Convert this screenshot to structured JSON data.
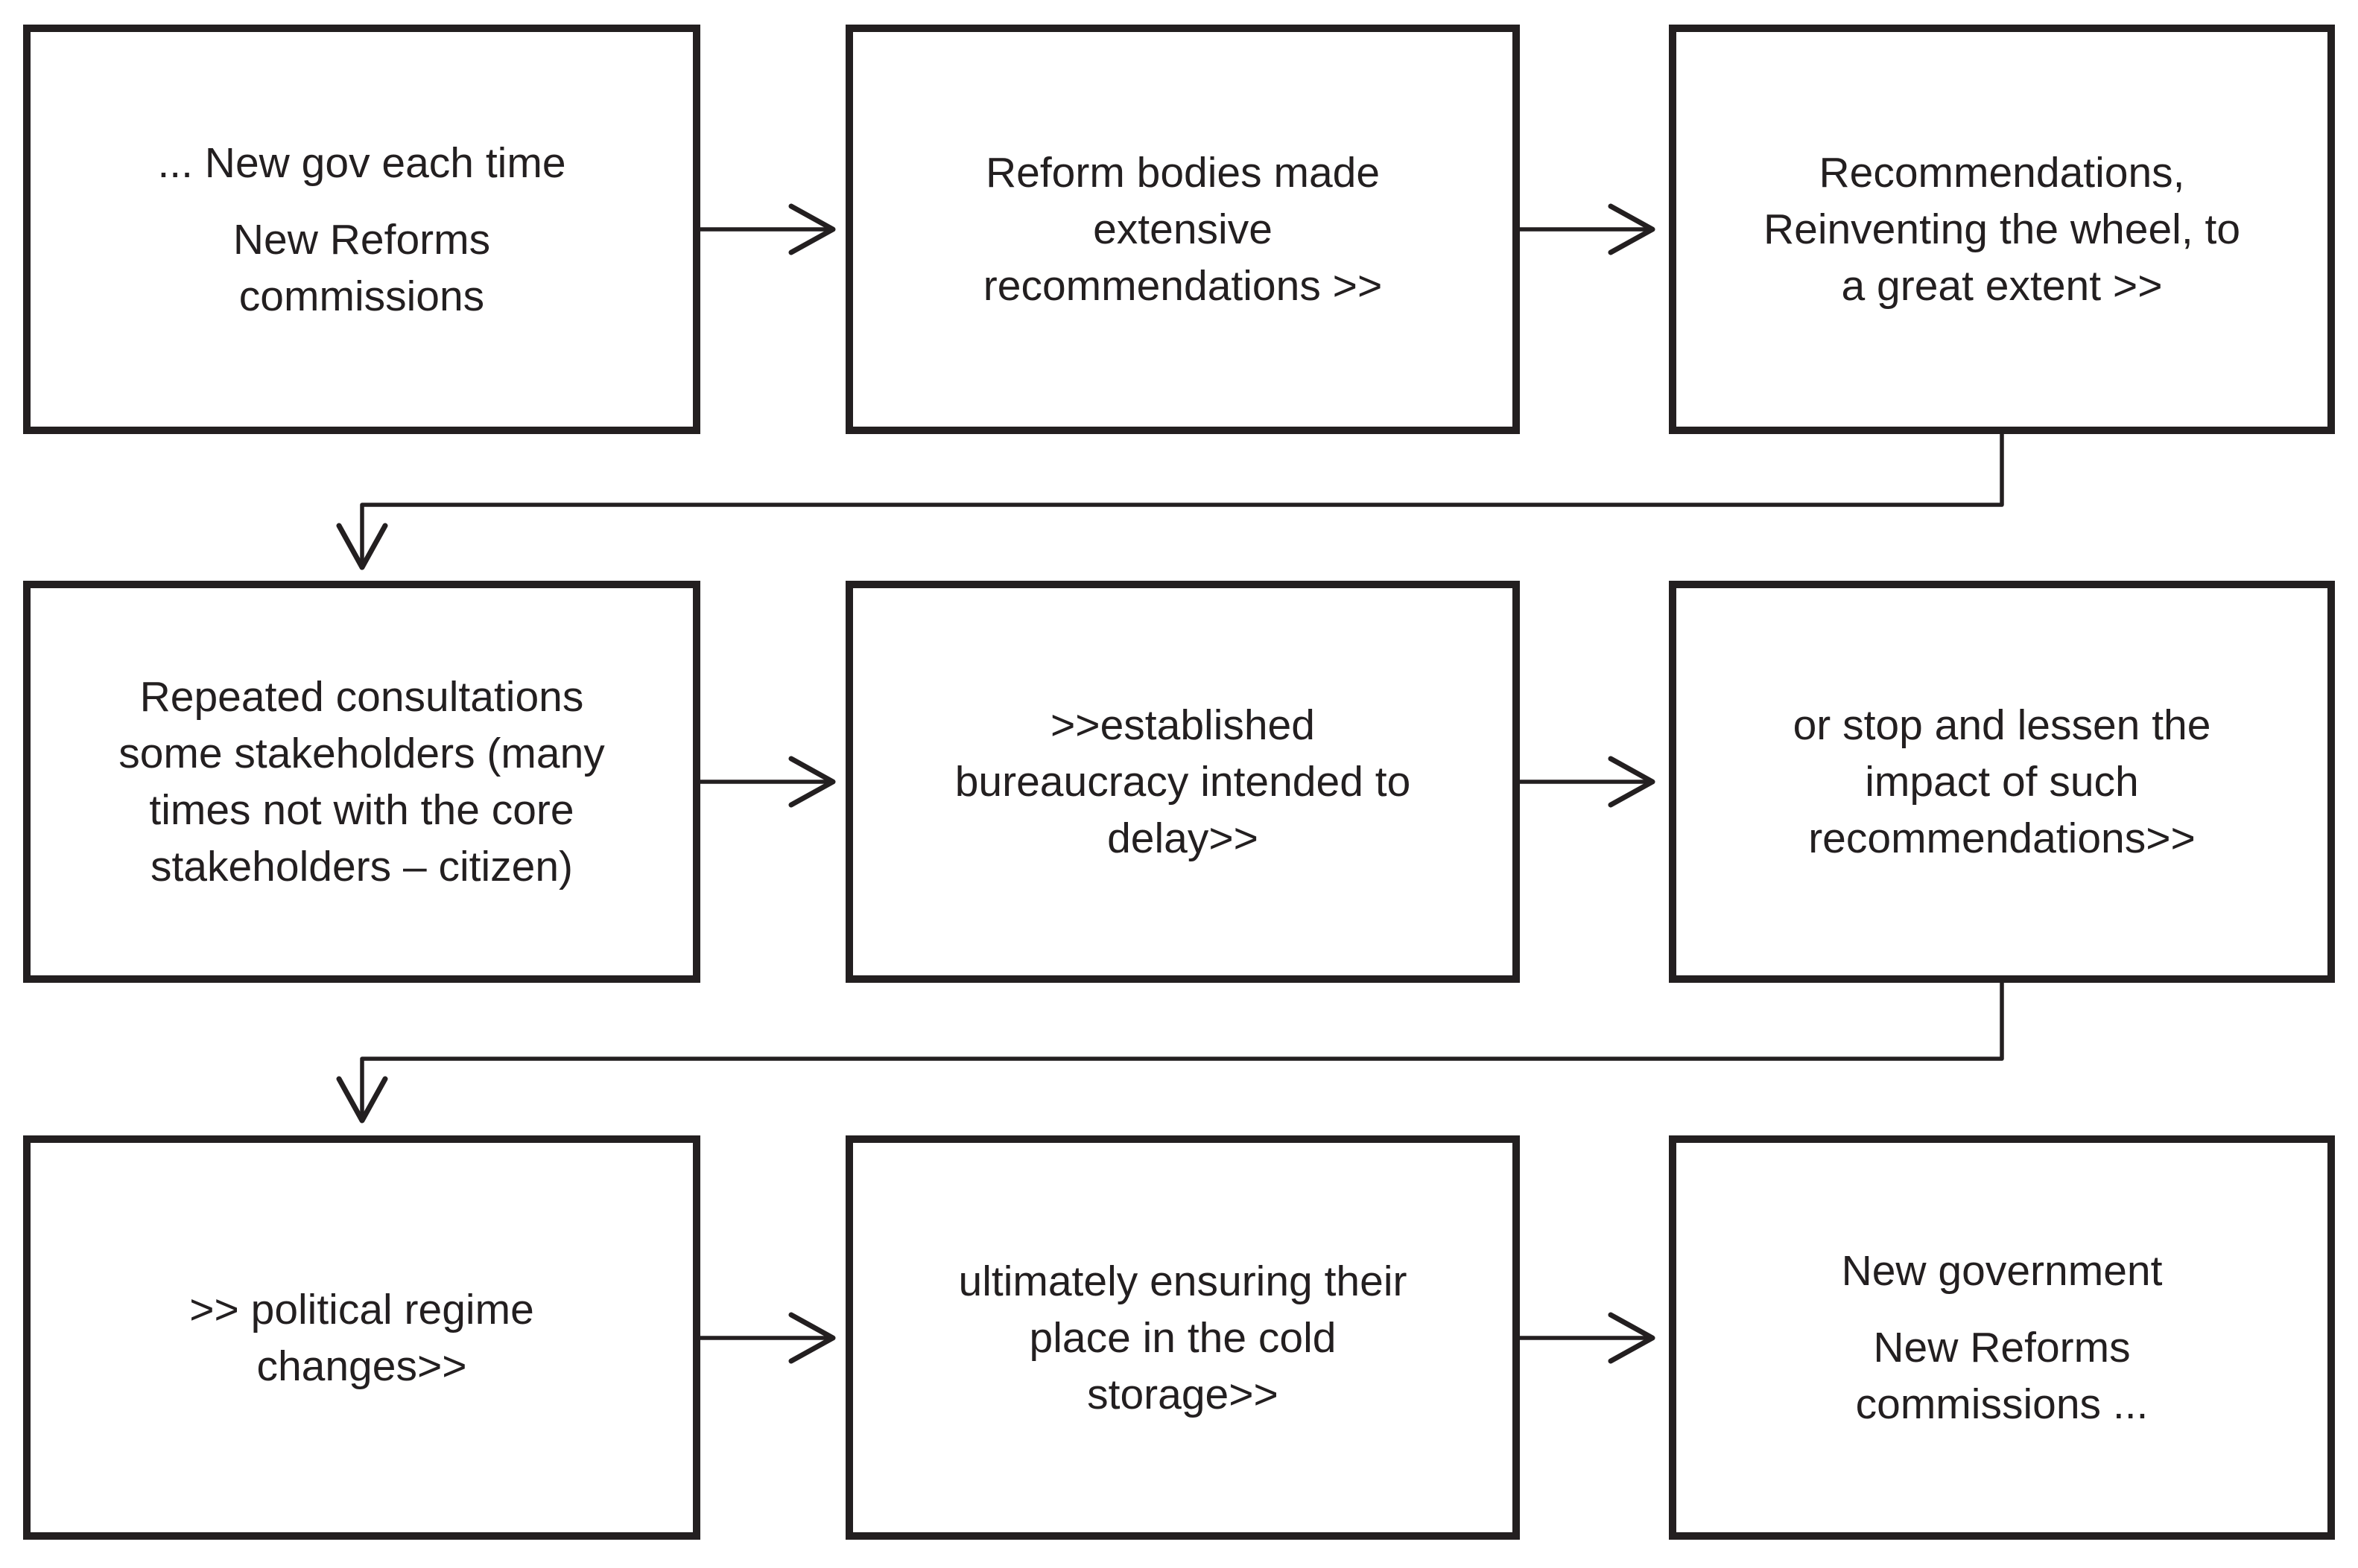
{
  "diagram": {
    "kind": "flowchart",
    "ink_color": "#231f20",
    "background_color": "#ffffff",
    "boxes": [
      {
        "id": "box-1",
        "row": 1,
        "col": 1,
        "paragraphs": [
          [
            "... New gov each time"
          ],
          [
            "New Reforms",
            "commissions"
          ]
        ]
      },
      {
        "id": "box-2",
        "row": 1,
        "col": 2,
        "paragraphs": [
          [
            "Reform bodies made",
            "extensive",
            "recommendations >>"
          ]
        ]
      },
      {
        "id": "box-3",
        "row": 1,
        "col": 3,
        "paragraphs": [
          [
            "Recommendations,",
            "Reinventing the wheel, to",
            "a great extent >>"
          ]
        ]
      },
      {
        "id": "box-4",
        "row": 2,
        "col": 1,
        "paragraphs": [
          [
            "Repeated consultations",
            "some stakeholders (many",
            "times not with the core",
            "stakeholders – citizen)"
          ]
        ]
      },
      {
        "id": "box-5",
        "row": 2,
        "col": 2,
        "paragraphs": [
          [
            ">>established",
            "bureaucracy intended to",
            "delay>>"
          ]
        ]
      },
      {
        "id": "box-6",
        "row": 2,
        "col": 3,
        "paragraphs": [
          [
            "or stop and lessen the",
            "impact of such",
            "recommendations>>"
          ]
        ]
      },
      {
        "id": "box-7",
        "row": 3,
        "col": 1,
        "paragraphs": [
          [
            ">> political regime",
            "changes>>"
          ]
        ]
      },
      {
        "id": "box-8",
        "row": 3,
        "col": 2,
        "paragraphs": [
          [
            "ultimately ensuring their",
            "place in the cold",
            "storage>>"
          ]
        ]
      },
      {
        "id": "box-9",
        "row": 3,
        "col": 3,
        "paragraphs": [
          [
            "New government"
          ],
          [
            "New Reforms",
            "commissions ..."
          ]
        ]
      }
    ],
    "connections": [
      {
        "from": "box-1",
        "to": "box-2",
        "style": "straight-right"
      },
      {
        "from": "box-2",
        "to": "box-3",
        "style": "straight-right"
      },
      {
        "from": "box-3",
        "to": "box-4",
        "style": "wrap-down-left"
      },
      {
        "from": "box-4",
        "to": "box-5",
        "style": "straight-right"
      },
      {
        "from": "box-5",
        "to": "box-6",
        "style": "straight-right"
      },
      {
        "from": "box-6",
        "to": "box-7",
        "style": "wrap-down-left"
      },
      {
        "from": "box-7",
        "to": "box-8",
        "style": "straight-right"
      },
      {
        "from": "box-8",
        "to": "box-9",
        "style": "straight-right"
      }
    ]
  }
}
